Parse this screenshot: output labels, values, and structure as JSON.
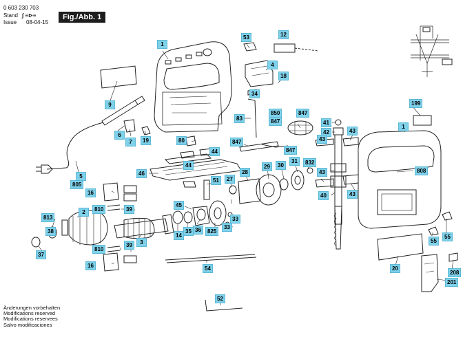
{
  "header": {
    "part_number": "0 603 230 703",
    "stand_label": "Stand",
    "issue_label": "Issue",
    "date": "08-04-15",
    "figure_label": "Fig./Abb. 1"
  },
  "footer": {
    "lines": [
      "Änderungen vorbehalten",
      "Modifications reserved",
      "Modifications reservees",
      "Salvo modificaciones"
    ]
  },
  "parts": [
    "1",
    "2",
    "3",
    "4",
    "5",
    "6",
    "7",
    "9",
    "12",
    "14",
    "16",
    "18",
    "19",
    "20",
    "27",
    "28",
    "29",
    "30",
    "31",
    "33",
    "34",
    "35",
    "36",
    "37",
    "38",
    "39",
    "40",
    "41",
    "42",
    "43",
    "44",
    "45",
    "46",
    "51",
    "52",
    "53",
    "54",
    "55",
    "80",
    "83",
    "199",
    "201",
    "208",
    "805",
    "808",
    "810",
    "813",
    "825",
    "832",
    "847",
    "850"
  ]
}
